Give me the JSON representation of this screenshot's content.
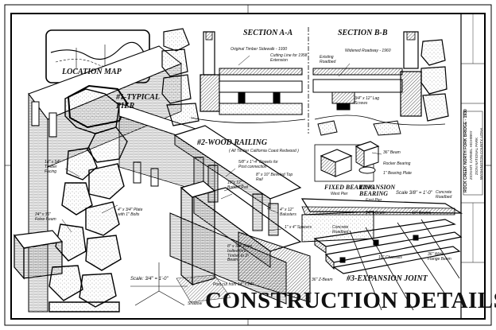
{
  "sheet": {
    "main_title": "CONSTRUCTION DETAILS",
    "location_map_label": "LOCATION MAP",
    "scale_note": "Scale: 3/4\" = 1'-0\""
  },
  "details": {
    "pier": {
      "title": "#1-TYPICAL PIER"
    },
    "railing": {
      "title": "#2-WOOD RAILING",
      "subtitle": "( All Timber California Coast Redwood )"
    },
    "expansion": {
      "title": "#3-EXPANSION JOINT"
    }
  },
  "sections": {
    "a": {
      "title": "SECTION A-A",
      "notes": [
        "Original Timber Sidewalk - 1930",
        "Cutting Line for 1958 Extension"
      ]
    },
    "b": {
      "title": "SECTION B-B",
      "notes": [
        "Widened Roadway - 1960",
        "Existing Roadbed",
        "3/4\" x 12\" Lag Screws"
      ]
    }
  },
  "bearings": {
    "fixed": {
      "title": "FIXED BEARING",
      "sub": "West Pier"
    },
    "expansion": {
      "title": "EXPANSION BEARING",
      "sub": "East Pier"
    },
    "scale": "Scale 3/8\" = 1'-0\"",
    "notes": [
      "36\" Beam",
      "Rocker Bearing",
      "1\" Bearing Plate"
    ]
  },
  "annotations": {
    "pier": [
      "18\" x 54\" Timber Facing",
      "24\" x 36\" False Beam",
      "4\" x 3/4\" Plate with 1\" Bolts"
    ],
    "railing": [
      "5/8\" x 1\"-4\" Dowels for Post connection",
      "8\" x 10\" Beveled Top Rail",
      "10\"x 12\" Bottom Rail",
      "4\" x 12\" Balusters",
      "1\" x 4\" Spacers",
      "8\" x 3/4\" Plate bolted thru Timber to Z-Beam",
      "Post cut from 14\" x 24\"",
      "Shadow"
    ],
    "expansion": [
      "Concrete Roadbed",
      "24\" I-Beam",
      "16\" Beams",
      "Concrete Roadbed",
      "10\" Channels",
      "36\" Wide Flange Beam",
      "36\" Z-Beam"
    ]
  },
  "title_block": {
    "lines": [
      "ROCK CREEK NORTH FORK BRIDGE - 1930",
      "ZION-MT. CARMEL HIGHWAY",
      "ZION NATIONAL PARK",
      "WASHINGTON COUNTY, UTAH"
    ]
  }
}
